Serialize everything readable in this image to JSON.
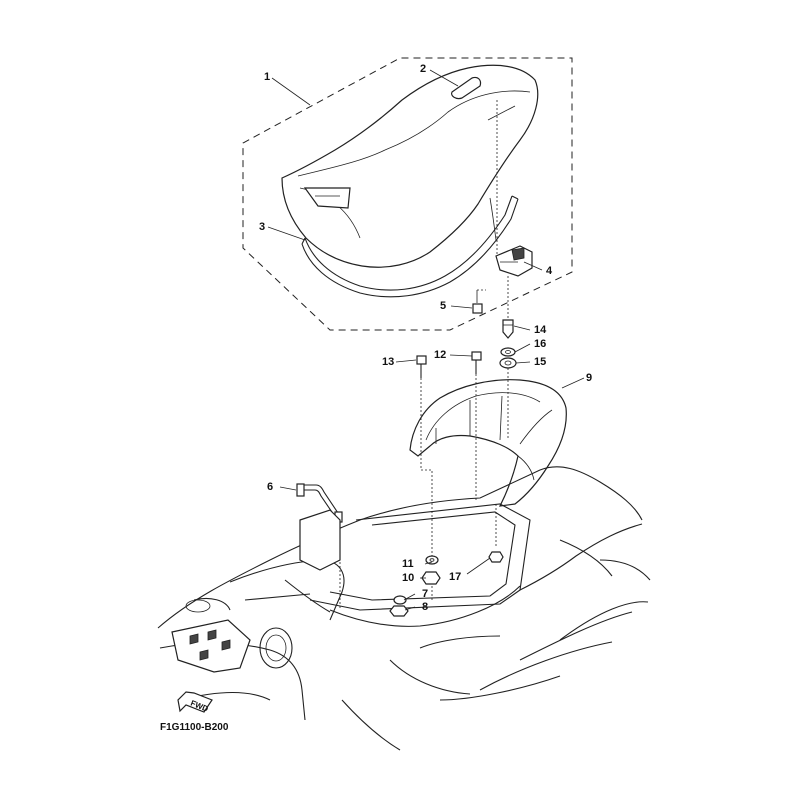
{
  "diagram": {
    "code": "F1G1100-B200",
    "fwd_label": "FWD",
    "callouts": [
      "1",
      "2",
      "3",
      "4",
      "5",
      "6",
      "7",
      "8",
      "9",
      "10",
      "11",
      "12",
      "13",
      "14",
      "15",
      "16",
      "17"
    ]
  }
}
